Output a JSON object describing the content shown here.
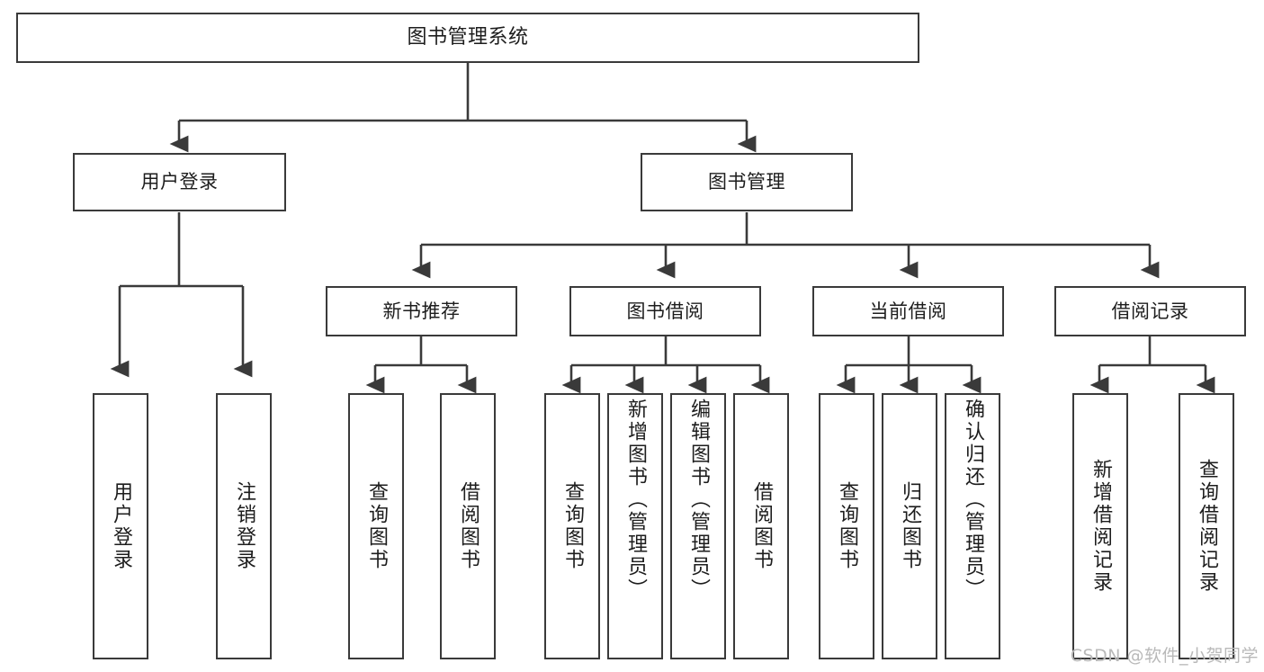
{
  "diagram": {
    "title": "图书管理系统",
    "watermark": "CSDN @软件_小贺同学",
    "colors": {
      "stroke": "#3a3a3a",
      "text": "#1d1d1d",
      "background": "#ffffff",
      "watermark": "#b9b9b9"
    },
    "root": {
      "id": "root",
      "label": "图书管理系统"
    },
    "level2": [
      {
        "id": "user-login",
        "label": "用户登录"
      },
      {
        "id": "book-manage",
        "label": "图书管理"
      }
    ],
    "level3": [
      {
        "id": "new-book-recommend",
        "label": "新书推荐"
      },
      {
        "id": "book-borrow",
        "label": "图书借阅"
      },
      {
        "id": "current-borrow",
        "label": "当前借阅"
      },
      {
        "id": "borrow-record",
        "label": "借阅记录"
      }
    ],
    "leaves": {
      "user_login": [
        {
          "id": "leaf-user-login",
          "label": "用户登录"
        },
        {
          "id": "leaf-logout-login",
          "label": "注销登录"
        }
      ],
      "new_book_recommend": [
        {
          "id": "leaf-query-book-1",
          "label": "查询图书"
        },
        {
          "id": "leaf-borrow-book-1",
          "label": "借阅图书"
        }
      ],
      "book_borrow": [
        {
          "id": "leaf-query-book-2",
          "label": "查询图书"
        },
        {
          "id": "leaf-add-book",
          "label": "新增图书（管理员）"
        },
        {
          "id": "leaf-edit-book",
          "label": "编辑图书（管理员）"
        },
        {
          "id": "leaf-borrow-book-2",
          "label": "借阅图书"
        }
      ],
      "current_borrow": [
        {
          "id": "leaf-query-book-3",
          "label": "查询图书"
        },
        {
          "id": "leaf-return-book",
          "label": "归还图书"
        },
        {
          "id": "leaf-confirm-return",
          "label": "确认归还（管理员）"
        }
      ],
      "borrow_record": [
        {
          "id": "leaf-add-record",
          "label": "新增借阅记录"
        },
        {
          "id": "leaf-query-record",
          "label": "查询借阅记录"
        }
      ]
    }
  }
}
